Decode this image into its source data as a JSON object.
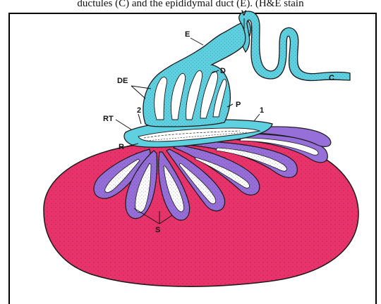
{
  "caption": "ductules (C) and the epididymal duct (E). (H&E stain",
  "labels": {
    "v": "V",
    "e": "E",
    "de": "DE",
    "d": "D",
    "c": "C",
    "p": "P",
    "two": "2",
    "one": "1",
    "rt": "RT",
    "r": "R",
    "s": "S"
  },
  "colors": {
    "testis": "#e8336b",
    "tubules": "#9670d8",
    "epididymis": "#5fd0e0",
    "outline": "#1a1a1a"
  }
}
